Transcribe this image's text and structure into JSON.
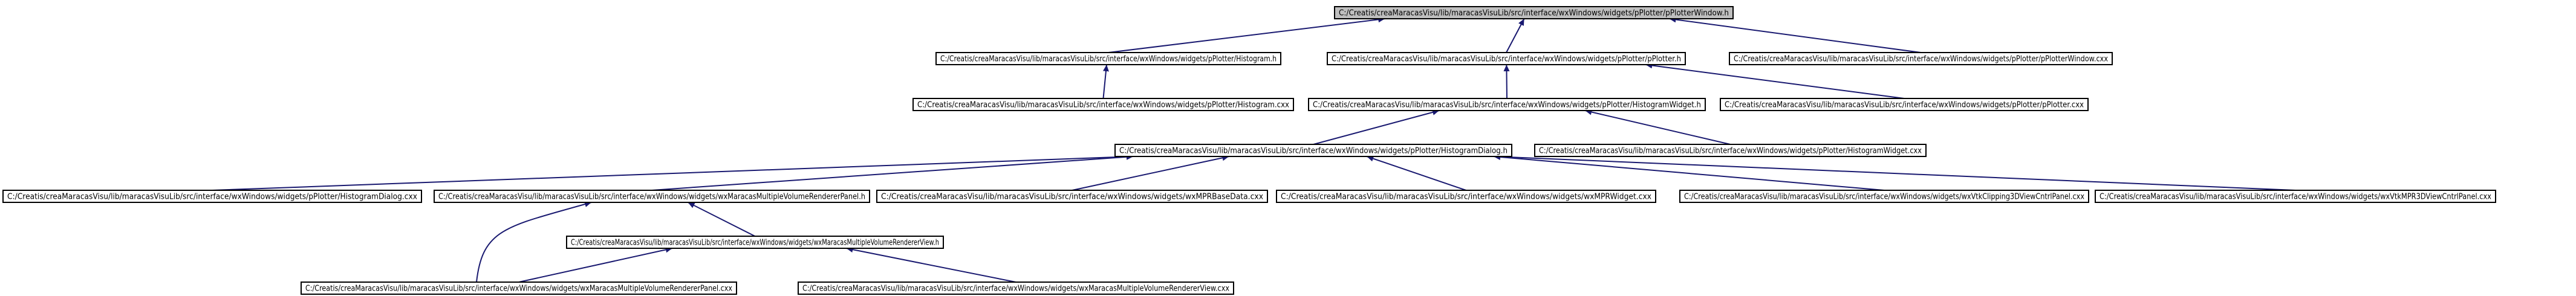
{
  "graph": {
    "nodes": [
      {
        "id": "n0",
        "label": "C:/Creatis/creaMaracasVisu/lib/maracasVisuLib/src/interface/wxWindows/widgets/pPlotter/pPlotterWindow.h",
        "root": true
      },
      {
        "id": "n1",
        "label": "C:/Creatis/creaMaracasVisu/lib/maracasVisuLib/src/interface/wxWindows/widgets/pPlotter/Histogram.h"
      },
      {
        "id": "n2",
        "label": "C:/Creatis/creaMaracasVisu/lib/maracasVisuLib/src/interface/wxWindows/widgets/pPlotter/pPlotter.h"
      },
      {
        "id": "n3",
        "label": "C:/Creatis/creaMaracasVisu/lib/maracasVisuLib/src/interface/wxWindows/widgets/pPlotter/pPlotterWindow.cxx"
      },
      {
        "id": "n4",
        "label": "C:/Creatis/creaMaracasVisu/lib/maracasVisuLib/src/interface/wxWindows/widgets/pPlotter/Histogram.cxx"
      },
      {
        "id": "n5",
        "label": "C:/Creatis/creaMaracasVisu/lib/maracasVisuLib/src/interface/wxWindows/widgets/pPlotter/HistogramWidget.h"
      },
      {
        "id": "n6",
        "label": "C:/Creatis/creaMaracasVisu/lib/maracasVisuLib/src/interface/wxWindows/widgets/pPlotter/pPlotter.cxx"
      },
      {
        "id": "n7",
        "label": "C:/Creatis/creaMaracasVisu/lib/maracasVisuLib/src/interface/wxWindows/widgets/pPlotter/HistogramDialog.h"
      },
      {
        "id": "n8",
        "label": "C:/Creatis/creaMaracasVisu/lib/maracasVisuLib/src/interface/wxWindows/widgets/pPlotter/HistogramWidget.cxx"
      },
      {
        "id": "n9",
        "label": "C:/Creatis/creaMaracasVisu/lib/maracasVisuLib/src/interface/wxWindows/widgets/pPlotter/HistogramDialog.cxx"
      },
      {
        "id": "n10",
        "label": "C:/Creatis/creaMaracasVisu/lib/maracasVisuLib/src/interface/wxWindows/widgets/wxMaracasMultipleVolumeRendererPanel.h"
      },
      {
        "id": "n11",
        "label": "C:/Creatis/creaMaracasVisu/lib/maracasVisuLib/src/interface/wxWindows/widgets/wxMPRBaseData.cxx"
      },
      {
        "id": "n12",
        "label": "C:/Creatis/creaMaracasVisu/lib/maracasVisuLib/src/interface/wxWindows/widgets/wxMPRWidget.cxx"
      },
      {
        "id": "n13",
        "label": "C:/Creatis/creaMaracasVisu/lib/maracasVisuLib/src/interface/wxWindows/widgets/wxVtkClipping3DViewCntrlPanel.cxx"
      },
      {
        "id": "n14",
        "label": "C:/Creatis/creaMaracasVisu/lib/maracasVisuLib/src/interface/wxWindows/widgets/wxVtkMPR3DViewCntrlPanel.cxx"
      },
      {
        "id": "n15",
        "label": "C:/Creatis/creaMaracasVisu/lib/maracasVisuLib/src/interface/wxWindows/widgets/wxMaracasMultipleVolumeRendererView.h"
      },
      {
        "id": "n16",
        "label": "C:/Creatis/creaMaracasVisu/lib/maracasVisuLib/src/interface/wxWindows/widgets/wxMaracasMultipleVolumeRendererPanel.cxx"
      },
      {
        "id": "n17",
        "label": "C:/Creatis/creaMaracasVisu/lib/maracasVisuLib/src/interface/wxWindows/widgets/wxMaracasMultipleVolumeRendererView.cxx"
      }
    ],
    "edges": [
      {
        "from": "n0",
        "to": "n1"
      },
      {
        "from": "n0",
        "to": "n2"
      },
      {
        "from": "n0",
        "to": "n3"
      },
      {
        "from": "n1",
        "to": "n4"
      },
      {
        "from": "n2",
        "to": "n5"
      },
      {
        "from": "n2",
        "to": "n6"
      },
      {
        "from": "n5",
        "to": "n7"
      },
      {
        "from": "n5",
        "to": "n8"
      },
      {
        "from": "n7",
        "to": "n9"
      },
      {
        "from": "n7",
        "to": "n10"
      },
      {
        "from": "n7",
        "to": "n11"
      },
      {
        "from": "n7",
        "to": "n12"
      },
      {
        "from": "n7",
        "to": "n13"
      },
      {
        "from": "n7",
        "to": "n14"
      },
      {
        "from": "n10",
        "to": "n15"
      },
      {
        "from": "n10",
        "to": "n16"
      },
      {
        "from": "n15",
        "to": "n16"
      },
      {
        "from": "n15",
        "to": "n17"
      }
    ],
    "colors": {
      "edge": "#191970",
      "root_fill": "#bfbfbf",
      "node_fill": "#ffffff",
      "border": "#000000"
    }
  }
}
